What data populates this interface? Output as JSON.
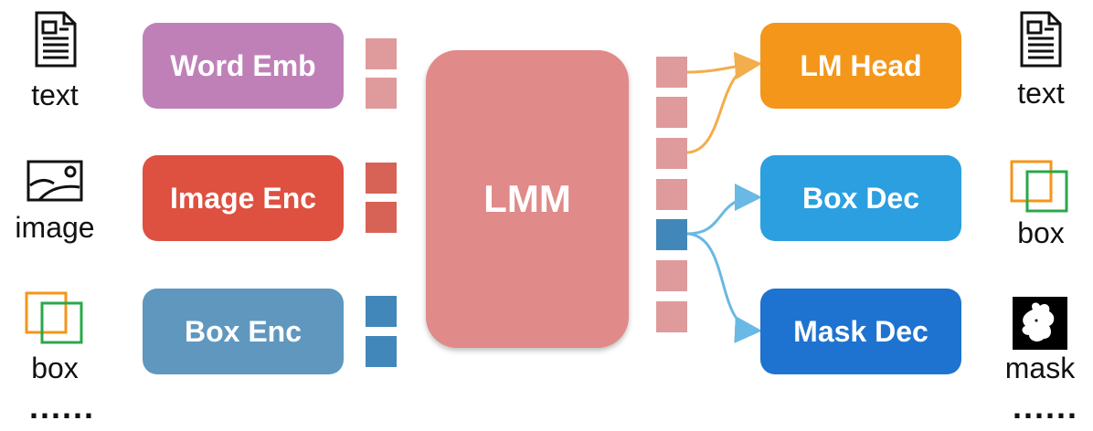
{
  "inputs": {
    "text_label": "text",
    "image_label": "image",
    "box_label": "box",
    "more": "......"
  },
  "encoders": {
    "word_emb": "Word Emb",
    "image_enc": "Image Enc",
    "box_enc": "Box Enc"
  },
  "model": {
    "label": "LMM"
  },
  "decoders": {
    "lm_head": "LM Head",
    "box_dec": "Box Dec",
    "mask_dec": "Mask Dec"
  },
  "outputs": {
    "text_label": "text",
    "box_label": "box",
    "mask_label": "mask",
    "more": "......"
  },
  "colors": {
    "word_emb": "#bf80b8",
    "image_enc": "#de5040",
    "box_enc": "#5f97bf",
    "lmm": "#e08a89",
    "lm_head": "#f39619",
    "box_dec": "#2b9fe0",
    "mask_dec": "#1e73d0",
    "token_pink": "#df9a9b",
    "token_red": "#d66355",
    "token_blue": "#4187b9",
    "arrow_orange": "#f2ad4c",
    "arrow_blue": "#6ab8e4"
  }
}
